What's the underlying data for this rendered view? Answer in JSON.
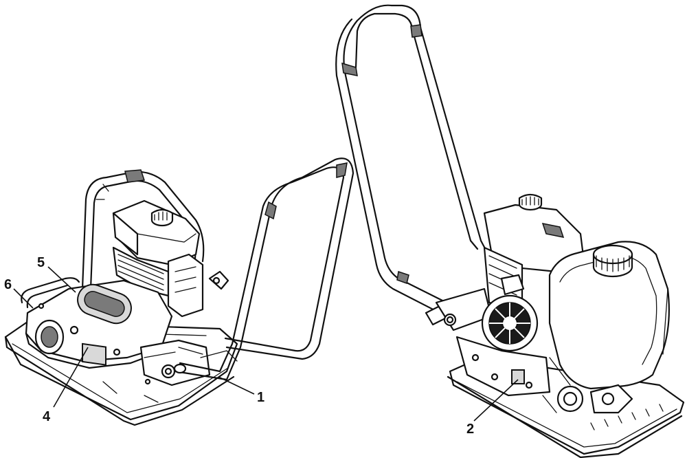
{
  "callouts": [
    {
      "id": "1",
      "label": "1"
    },
    {
      "id": "2",
      "label": "2"
    },
    {
      "id": "4",
      "label": "4"
    },
    {
      "id": "5",
      "label": "5"
    },
    {
      "id": "6",
      "label": "6"
    }
  ],
  "colors": {
    "line": "#111111",
    "shade": "#d9d9d9",
    "dark_shade": "#7a7a7a",
    "background": "#ffffff"
  }
}
